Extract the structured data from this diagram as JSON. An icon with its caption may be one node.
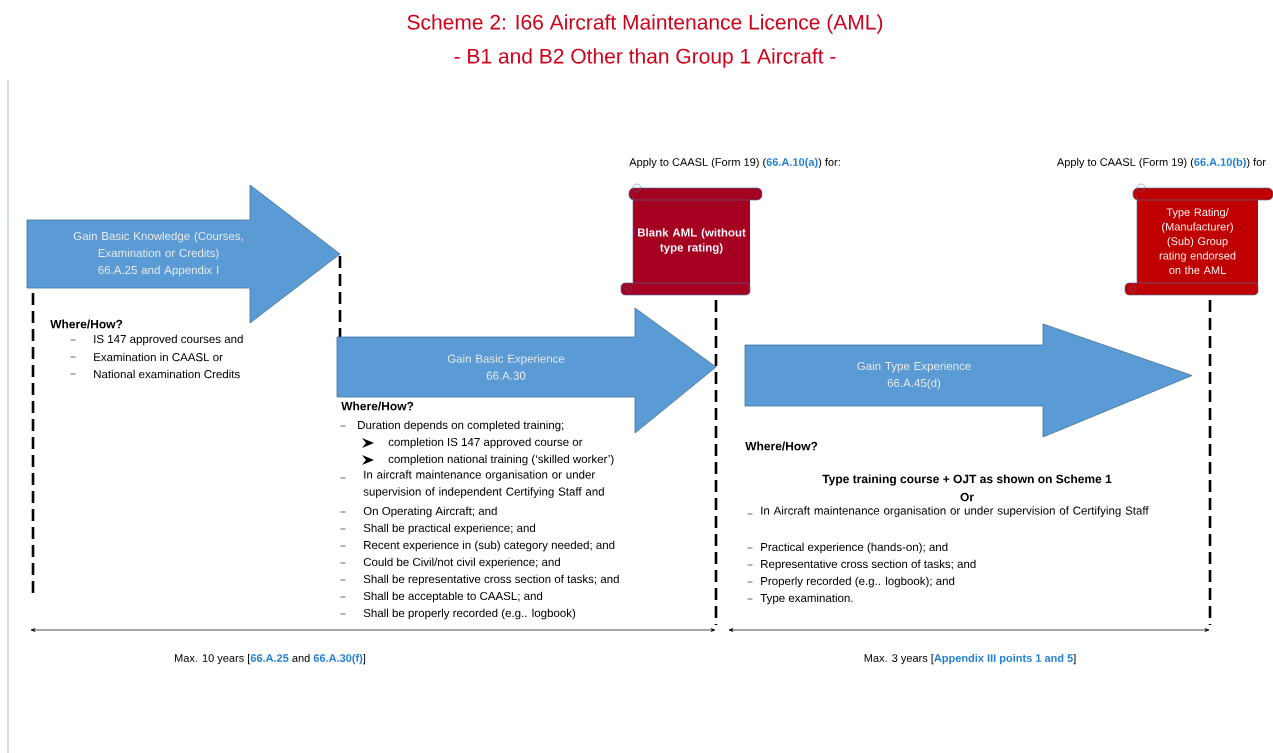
{
  "diagram": {
    "title": "Scheme 2: I66 Aircraft Maintenance Licence (AML)",
    "nodes": [
      {
        "text": [
          "Gain Basic Knowledge (Courses, Examination or Credits)",
          "66.A.25 and Appendix I"
        ]
      },
      {
        "text": [
          "Gain Basic Experience",
          "66.A.30"
        ]
      },
      {
        "text": [
          "Blank AML (without type rating)"
        ],
        "beside": [
          "Apply to CAASL (Form 19) (**66.A.10(a)**) for:"
        ]
      },
      {
        "text": [
          "Gain Type Experience",
          "66.A.45(d)"
        ]
      },
      {
        "text": [
          "Type Rating/ (Manufacturer) (Sub) Group rating endorsed on the AML"
        ],
        "beside": [
          "Apply to CAASL (Form 19) (**66.A.10(b)**) for"
        ]
      }
    ],
    "labels": [
      "- B1 and B2 Other than Group 1 Aircraft -",
      "Where/How?",
      "IS 147 approved courses and",
      "Examination in CAASL or",
      "National examination Credits",
      "Where/How?",
      "Duration depends on completed training;",
      "completion IS 147 approved course or",
      "completion national training (‘skilled worker’)",
      "In aircraft maintenance organisation or under supervision of independent Certifying Staff and",
      "On Operating Aircraft; and",
      "Shall be practical experience; and",
      "Recent experience in (sub) category needed; and",
      "Could be Civil/not civil experience; and",
      "Shall be representative cross section of tasks; and",
      "Shall be acceptable to CAASL; and",
      "Shall be properly recorded (e.g.. logbook)",
      "Where/How?",
      "Type training course + OJT as shown on Scheme 1",
      "Or",
      "In Aircraft maintenance organisation or under supervision of Certifying Staff",
      "Practical experience (hands-on); and",
      "Representative cross section of tasks; and",
      "Properly recorded (e.g.. logbook); and",
      "Type examination.",
      "Max. 10 years [**66.A.25** and **66.A.30(f)**]",
      "Max. 3 years [**Appendix III points 1 and 5**]"
    ]
  }
}
